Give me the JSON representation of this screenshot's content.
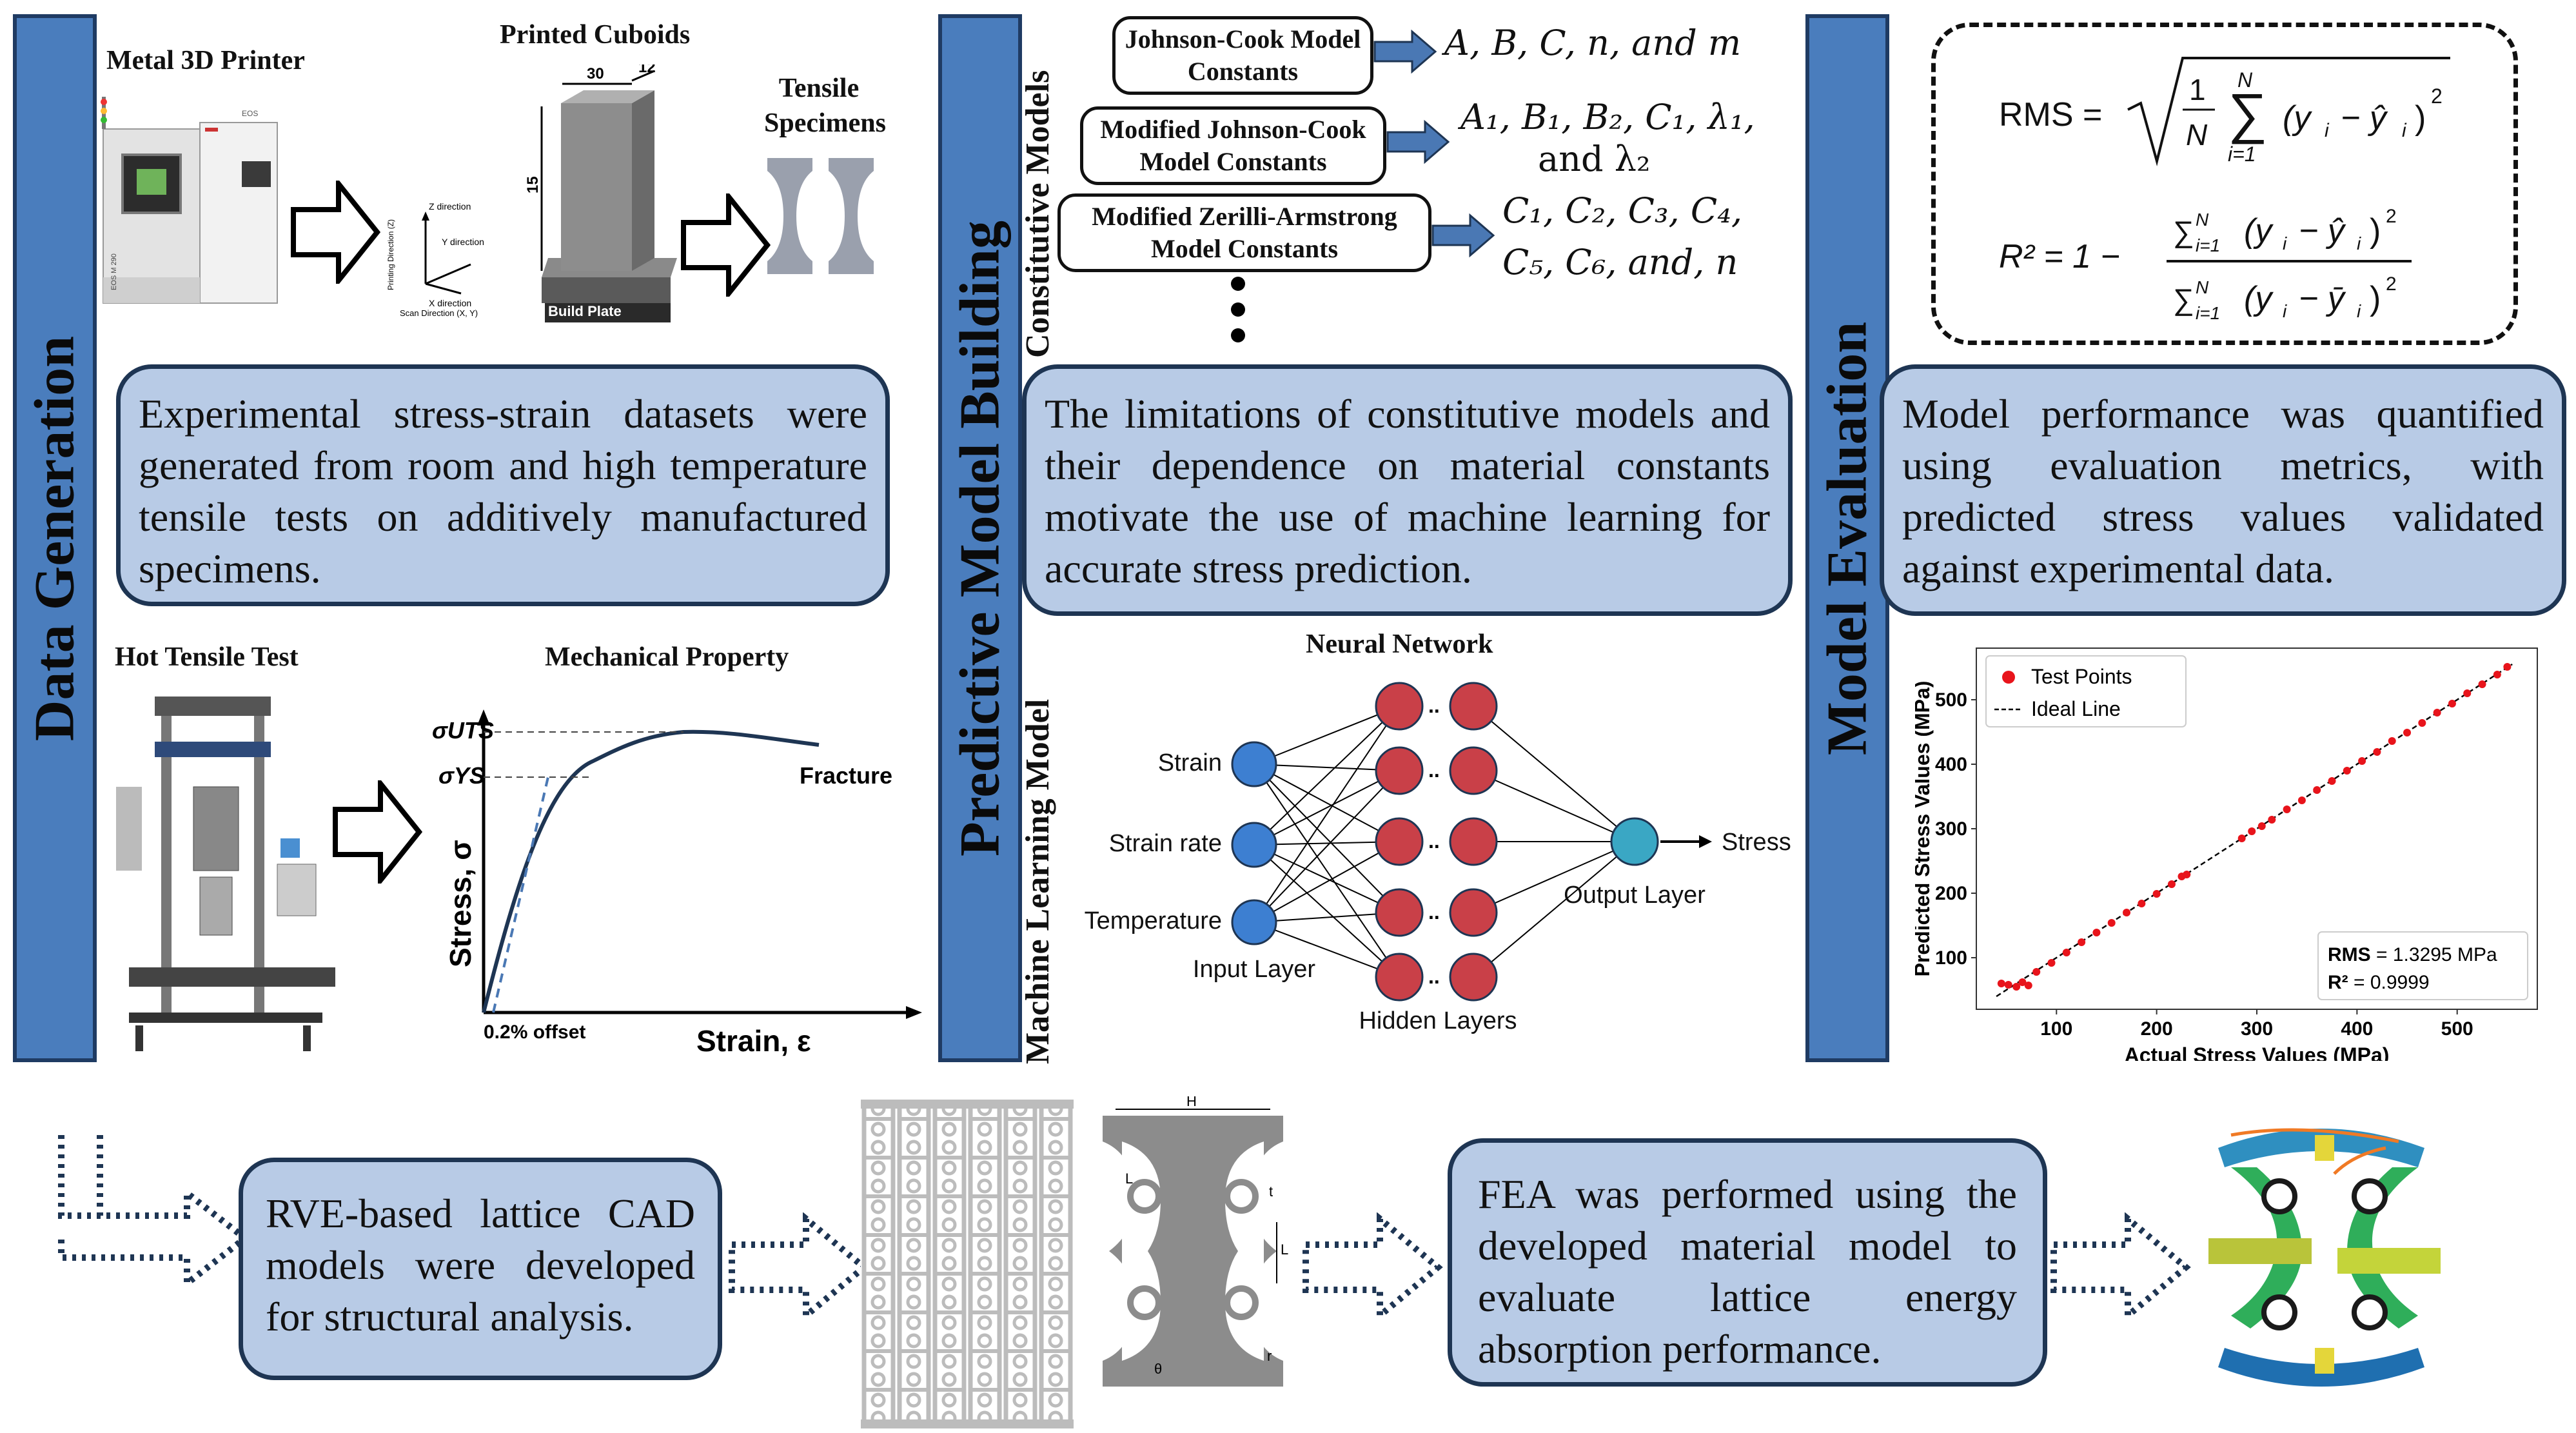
{
  "sections": {
    "data_generation": "Data Generation",
    "predictive_model": "Predictive Model Building",
    "model_evaluation": "Model Evaluation"
  },
  "data_gen": {
    "printer_label": "Metal 3D Printer",
    "cuboids_label": "Printed Cuboids",
    "specimens_label": "Tensile Specimens",
    "dim_30": "30",
    "dim_12": "12",
    "dim_15": "15",
    "build_plate": "Build Plate",
    "axis_z": "Z direction",
    "axis_y": "Y direction",
    "axis_x": "X direction",
    "axis_print": "Printing Direction (Z)",
    "axis_scan": "Scan Direction (X, Y)",
    "printer_model": "EOS M 290",
    "description": "Experimental stress-strain datasets were generated from room and high temperature tensile tests on additively manufactured specimens.",
    "hot_test_label": "Hot Tensile Test",
    "mech_prop_label": "Mechanical Property",
    "sigma_uts": "σUTS",
    "sigma_ys": "σYS",
    "fracture": "Fracture",
    "y_axis": "Stress, σ",
    "x_axis": "Strain, ε",
    "offset": "0.2% offset"
  },
  "predictive": {
    "constitutive_title": "Constitutive Models",
    "ml_title": "Machine Learning Model",
    "jc_box": "Johnson-Cook Model Constants",
    "jc_consts": "A, B, C, n, and m",
    "mjc_box": "Modified Johnson-Cook Model Constants",
    "mjc_consts_1": "A₁, B₁, B₂, C₁, λ₁,",
    "mjc_consts_2": "and λ₂",
    "mza_box": "Modified Zerilli-Armstrong Model Constants",
    "mza_consts_1": "C₁, C₂, C₃, C₄,",
    "mza_consts_2": "C₅, C₆, and, n",
    "description": "The limitations of constitutive models and their dependence on material constants motivate the use of machine learning for accurate stress prediction.",
    "nn_title": "Neural Network",
    "input_strain": "Strain",
    "input_strain_rate": "Strain rate",
    "input_temperature": "Temperature",
    "input_layer": "Input Layer",
    "hidden_layers": "Hidden Layers",
    "output_layer": "Output Layer",
    "output": "Stress",
    "ellipsis": ".."
  },
  "evaluation": {
    "rms_lhs": "RMS =",
    "r2_lhs": "R² = 1 −",
    "description": "Model performance was quantified using evaluation metrics, with predicted stress values validated against experimental data.",
    "legend_points": "Test Points",
    "legend_line": "Ideal Line",
    "rms_label": "RMS",
    "rms_value": "= 1.3295 MPa",
    "r2_label": "R²",
    "r2_value": "= 0.9999"
  },
  "chart_data": {
    "type": "scatter",
    "xlabel": "Actual Stress Values (MPa)",
    "ylabel": "Predicted Stress Values (MPa)",
    "xlim": [
      20,
      580
    ],
    "ylim": [
      20,
      580
    ],
    "xticks": [
      "100",
      "200",
      "300",
      "400",
      "500"
    ],
    "yticks": [
      "100",
      "200",
      "300",
      "400",
      "500"
    ],
    "series": [
      {
        "name": "Test Points",
        "color": "#e8141b",
        "points": [
          [
            45,
            60
          ],
          [
            52,
            58
          ],
          [
            60,
            55
          ],
          [
            66,
            62
          ],
          [
            72,
            57
          ],
          [
            80,
            78
          ],
          [
            95,
            92
          ],
          [
            110,
            108
          ],
          [
            125,
            124
          ],
          [
            140,
            139
          ],
          [
            155,
            154
          ],
          [
            170,
            170
          ],
          [
            185,
            184
          ],
          [
            200,
            199
          ],
          [
            215,
            214
          ],
          [
            225,
            226
          ],
          [
            230,
            229
          ],
          [
            285,
            285
          ],
          [
            295,
            296
          ],
          [
            305,
            304
          ],
          [
            315,
            314
          ],
          [
            330,
            330
          ],
          [
            345,
            344
          ],
          [
            360,
            360
          ],
          [
            375,
            374
          ],
          [
            390,
            390
          ],
          [
            405,
            405
          ],
          [
            420,
            419
          ],
          [
            435,
            436
          ],
          [
            450,
            449
          ],
          [
            465,
            464
          ],
          [
            480,
            480
          ],
          [
            495,
            494
          ],
          [
            510,
            510
          ],
          [
            525,
            524
          ],
          [
            540,
            539
          ],
          [
            550,
            551
          ]
        ]
      },
      {
        "name": "Ideal Line",
        "color": "#000000",
        "line": [
          [
            40,
            40
          ],
          [
            555,
            555
          ]
        ]
      }
    ],
    "legend": "top-left",
    "grid": false
  },
  "bottom": {
    "rve_text": "RVE-based lattice CAD models were developed for structural analysis.",
    "fea_text": "FEA was performed using the developed material model to evaluate lattice energy absorption performance.",
    "dim_H": "H",
    "dim_L": "L",
    "dim_t": "t",
    "dim_r": "r",
    "dim_theta": "θ"
  },
  "colors": {
    "banner": "#4a7dbd",
    "box_fill": "#b8cbe6",
    "box_border": "#1e3553",
    "neuron_input": "#3d7fd1",
    "neuron_hidden": "#c94048",
    "neuron_output": "#3aa7c4",
    "arrow_blue": "#4a78b4",
    "dotted_arrow": "#1e3553"
  }
}
